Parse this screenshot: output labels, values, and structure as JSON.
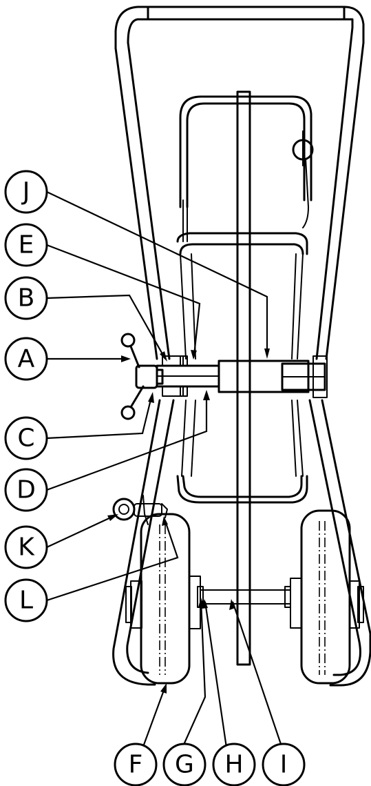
{
  "callouts": [
    {
      "id": "A",
      "label": "A"
    },
    {
      "id": "B",
      "label": "B"
    },
    {
      "id": "C",
      "label": "C"
    },
    {
      "id": "D",
      "label": "D"
    },
    {
      "id": "E",
      "label": "E"
    },
    {
      "id": "F",
      "label": "F"
    },
    {
      "id": "G",
      "label": "G"
    },
    {
      "id": "H",
      "label": "H"
    },
    {
      "id": "I",
      "label": "I"
    },
    {
      "id": "J",
      "label": "J"
    },
    {
      "id": "K",
      "label": "K"
    },
    {
      "id": "L",
      "label": "L"
    }
  ]
}
